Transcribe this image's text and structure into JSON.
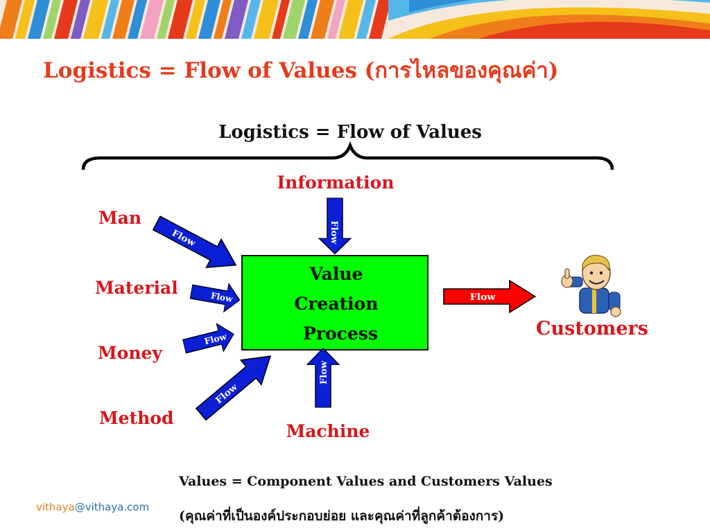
{
  "slide": {
    "title": "Logistics = Flow of Values (การไหลของคุณค่า)",
    "brace_label": "Logistics = Flow of Values"
  },
  "diagram": {
    "process": {
      "line1": "Value",
      "line2": "Creation",
      "line3": "Process"
    },
    "inputs": {
      "man": "Man",
      "material": "Material",
      "money": "Money",
      "method": "Method",
      "information": "Information",
      "machine": "Machine"
    },
    "output": "Customers",
    "flow_label": "Flow",
    "colors": {
      "process_fill": "#00ff00",
      "input_arrow": "#0a1fd6",
      "output_arrow": "#ff0000",
      "label_red": "#d8151a",
      "title_red": "#e63a1c"
    },
    "icons": [
      "thumbs-up-mascot-icon"
    ]
  },
  "footer": {
    "values_note": "Values = Component Values and Customers Values",
    "values_note_thai": "(คุณค่าที่เป็นองค์ประกอบย่อย และคุณค่าที่ลูกค้าต้องการ)",
    "email_user": "vithaya",
    "email_domain": "@vithaya.com"
  }
}
